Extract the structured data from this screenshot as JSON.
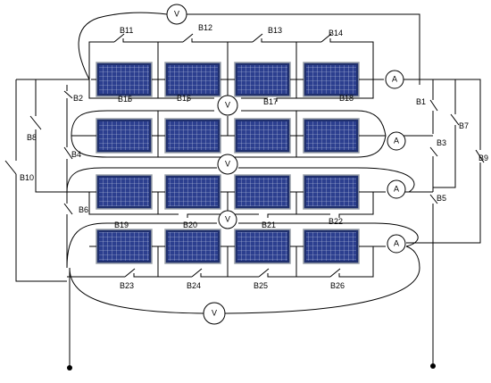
{
  "diagram": {
    "meters": {
      "voltmeter_symbol": "V",
      "ammeter_symbol": "A"
    },
    "switches": {
      "B1": "B1",
      "B2": "B2",
      "B3": "B3",
      "B4": "B4",
      "B5": "B5",
      "B6": "B6",
      "B7": "B7",
      "B8": "B8",
      "B9": "B9",
      "B10": "B10",
      "B11": "B11",
      "B12": "B12",
      "B13": "B13",
      "B14": "B14",
      "B15": "B15",
      "B16": "B16",
      "B17": "B17",
      "B18": "B18",
      "B19": "B19",
      "B20": "B20",
      "B21": "B21",
      "B22": "B22",
      "B23": "B23",
      "B24": "B24",
      "B25": "B25",
      "B26": "B26"
    },
    "panel_grid": {
      "rows": 4,
      "columns": 4
    },
    "colors": {
      "panel_cell": "#2c3f8f",
      "panel_frame": "#1f2f6d",
      "panel_grid_line": "#c8d0e8",
      "wire": "#000000"
    }
  }
}
